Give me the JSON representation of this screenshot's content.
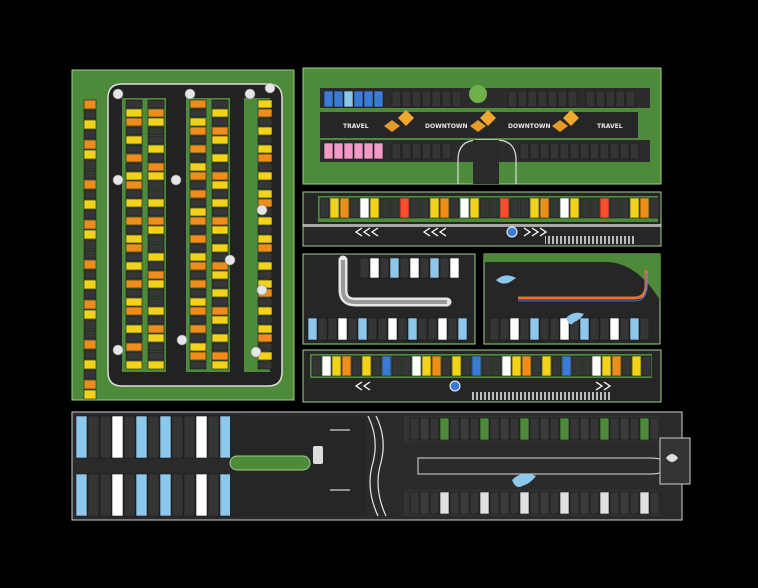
{
  "colors": {
    "background": "#000000",
    "grass": "#4d8a3a",
    "asphalt": "#222222",
    "stall_dark": "#353535",
    "yellow": "#f4d21a",
    "orange": "#f08c1a",
    "light_blue": "#8ec7ec",
    "pink": "#f39ac6",
    "blue": "#3c7ad8",
    "lane_line": "#ffffff"
  },
  "plaza_signs": {
    "sign_1": "TRAVEL",
    "sign_2": "DOWNTOWN",
    "sign_3": "DOWNTOWN",
    "sign_4": "TRAVEL"
  },
  "icons": [
    "parking-lot-tile",
    "orca-icon",
    "sheep-icon",
    "shell-icon",
    "traffic-light-icon",
    "car-icon",
    "charging-station-icon"
  ]
}
